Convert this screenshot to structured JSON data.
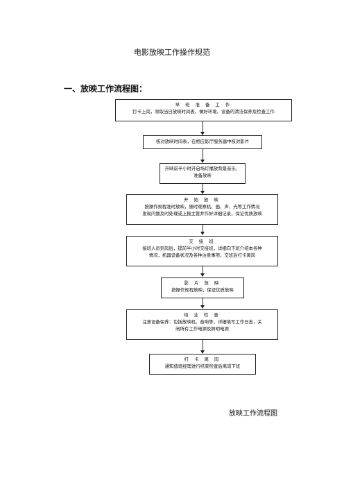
{
  "document": {
    "title": "电影放映工作操作规范",
    "section_heading": "一、放映工作流程图：",
    "caption": "放映工作流程图"
  },
  "flowchart": {
    "steps": [
      {
        "heading": "早 班 准 备 工 作",
        "lines": [
          "打卡上岗，领取当日放映时间表、做好环境、设备的清洁保养及检查工作"
        ]
      },
      {
        "heading": "",
        "lines": [
          "核对放映时间表，在相应影厅服务器中核对影片"
        ]
      },
      {
        "heading": "",
        "lines": [
          "开映前半小时开启场灯播放背景音乐、",
          "准备放映"
        ]
      },
      {
        "heading": "开 始 放 映",
        "lines": [
          "按操作规程准时放映，随时观察机、画、声、光等工作情况",
          "发现问题及时处理或上报主管并作好详细记录，保证优质放映"
        ]
      },
      {
        "heading": "交 接 班",
        "lines": [
          "接班人员到岗后，提前半小时交接班，详细向下班介绍本各种",
          "情况，机器设备状况及各种注意事项，交班后打卡离岗"
        ]
      },
      {
        "heading": "影 片 放 映",
        "lines": [
          "按操作规程放映，保证优质放映"
        ]
      },
      {
        "heading": "结 业 检 查",
        "lines": [
          "注意设备保养：包括放映机、音响等，详细填写工作日志，关",
          "闭所有工作电源及照明电源"
        ]
      },
      {
        "heading": "打 卡 离 岗",
        "lines": [
          "通知值班经理进行结束检查后离岗下班"
        ]
      }
    ]
  }
}
